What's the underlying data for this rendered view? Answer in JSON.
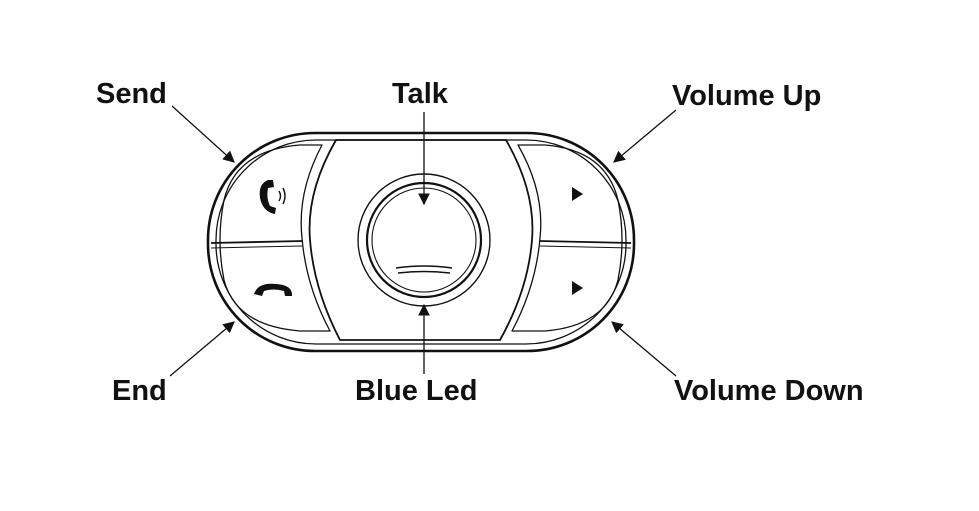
{
  "labels": {
    "send": "Send",
    "talk": "Talk",
    "volume_up": "Volume Up",
    "end": "End",
    "blue_led": "Blue Led",
    "volume_down": "Volume Down"
  }
}
